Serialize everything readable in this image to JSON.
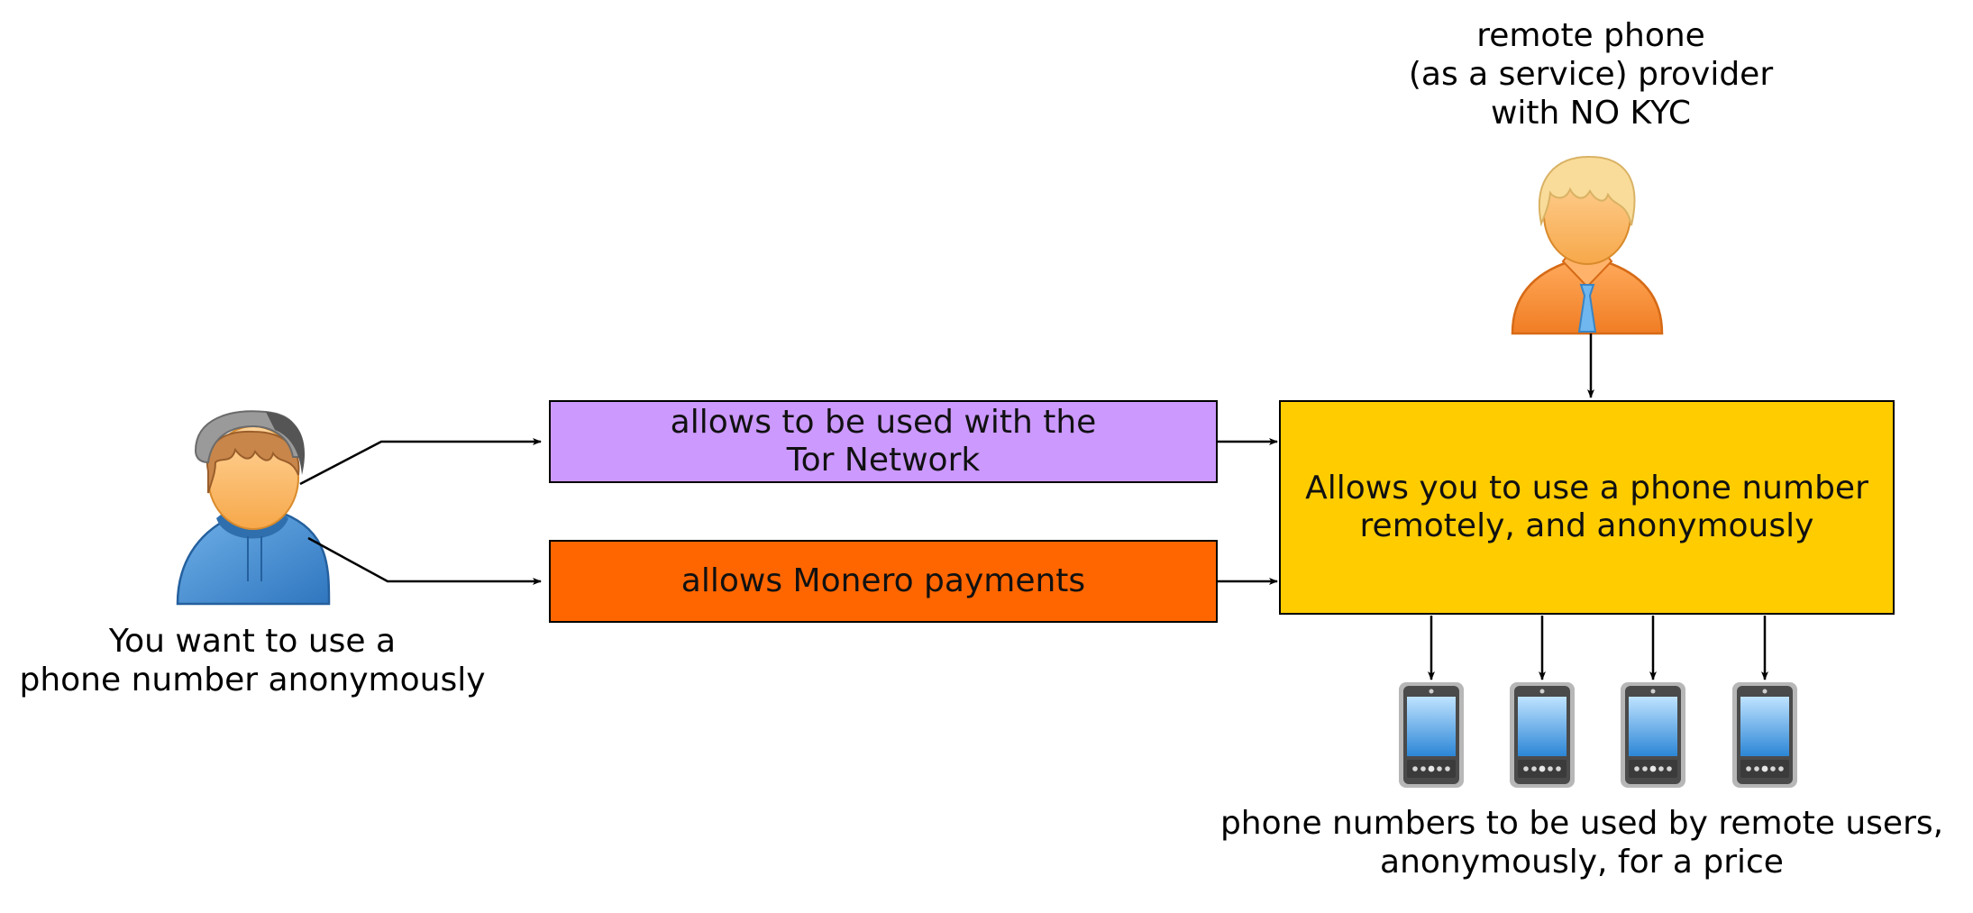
{
  "user": {
    "line1": "You want to use a",
    "line2": "phone number anonymously"
  },
  "provider": {
    "line1": "remote phone",
    "line2": "(as a service) provider",
    "line3": "with NO KYC"
  },
  "tor_box": {
    "line1": "allows to be used with the",
    "line2": "Tor Network",
    "color": "#cc99ff"
  },
  "monero_box": {
    "line1": "allows Monero payments",
    "color": "#ff6600"
  },
  "service_box": {
    "line1": "Allows you to use a phone number",
    "line2": "remotely, and anonymously",
    "color": "#ffcc00"
  },
  "phones": {
    "count": 4,
    "line1": "phone numbers to be used by remote users,",
    "line2": "anonymously, for a price"
  }
}
